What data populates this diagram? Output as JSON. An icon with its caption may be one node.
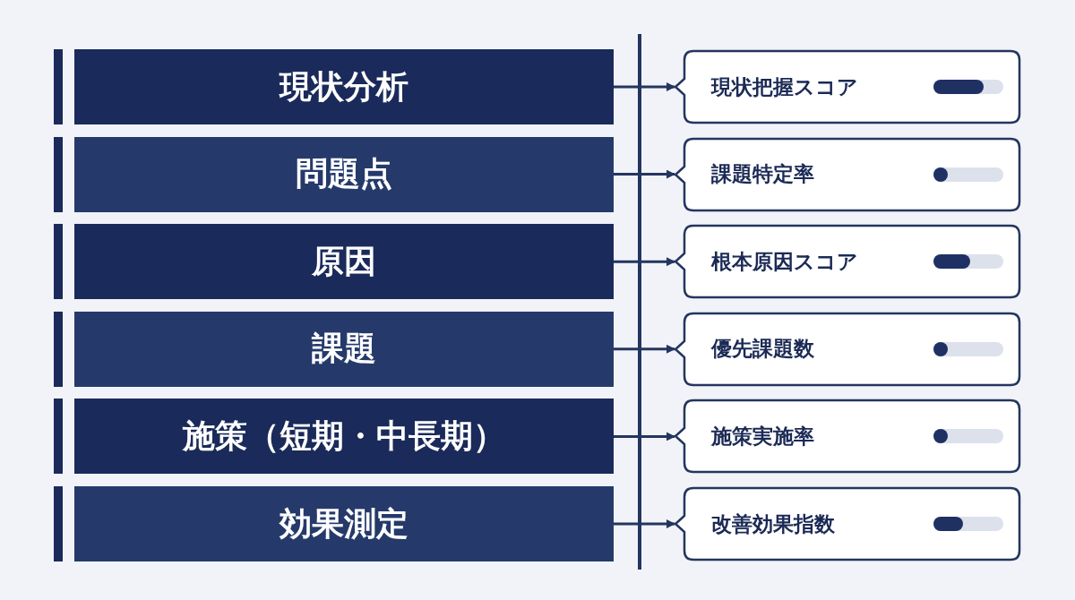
{
  "diagram": {
    "nodes": [
      {
        "text": [
          "現状分析"
        ]
      },
      {
        "text": [
          "問題点"
        ]
      },
      {
        "text": [
          "原因"
        ]
      },
      {
        "text": [
          "課題"
        ]
      },
      {
        "text": [
          "施策（短期・中長期）"
        ]
      },
      {
        "text": [
          "効果測定"
        ]
      },
      {
        "text": [
          "現状把握スコア"
        ]
      },
      {
        "text": [
          "課題特定率"
        ]
      },
      {
        "text": [
          "根本原因スコア"
        ]
      },
      {
        "text": [
          "優先課題数"
        ]
      },
      {
        "text": [
          "施策実施率"
        ]
      },
      {
        "text": [
          "改善効果指数"
        ]
      }
    ],
    "edges": [
      {
        "from": 0,
        "to": 6,
        "arrow": "to"
      },
      {
        "from": 1,
        "to": 7,
        "arrow": "to"
      },
      {
        "from": 2,
        "to": 8,
        "arrow": "to"
      },
      {
        "from": 3,
        "to": 9,
        "arrow": "to"
      },
      {
        "from": 4,
        "to": 10,
        "arrow": "to"
      },
      {
        "from": 5,
        "to": 11,
        "arrow": "to"
      }
    ]
  }
}
